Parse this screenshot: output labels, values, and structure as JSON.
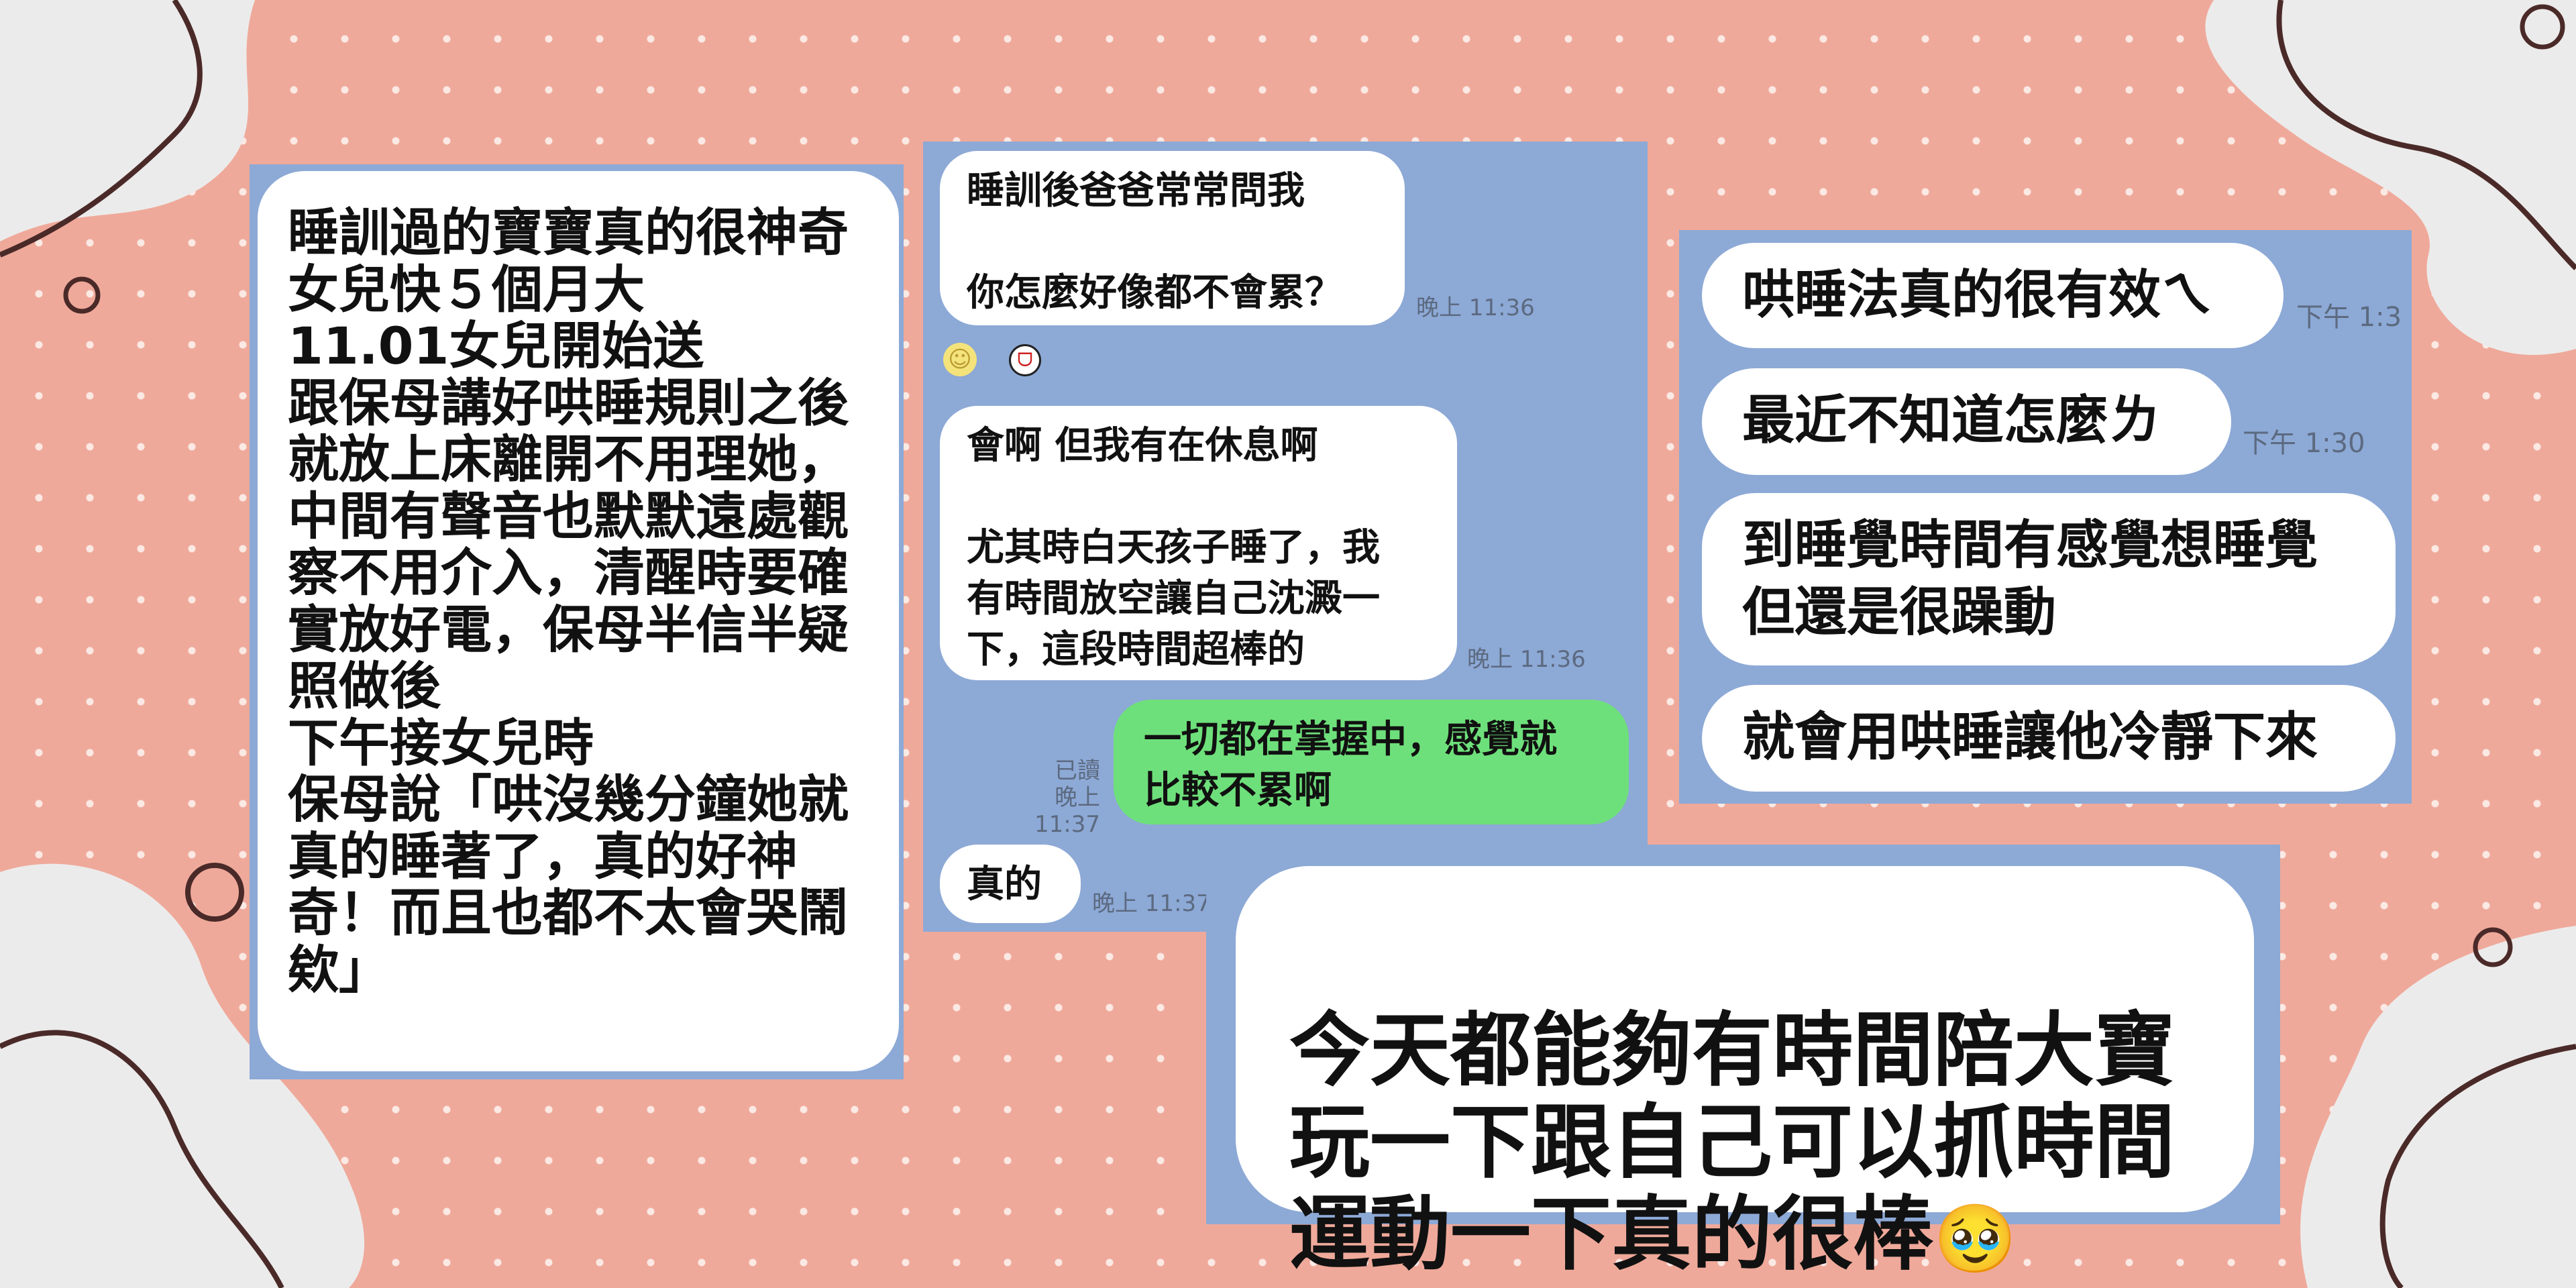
{
  "background": {
    "color": "#EFA99A",
    "panel_color": "#8DA9D6",
    "bubble_color": "#FFFFFF",
    "sent_bubble_color": "#6EE07B"
  },
  "left_card": {
    "text": "睡訓過的寶寶真的很神奇\n女兒快５個月大\n11.01女兒開始送\n跟保母講好哄睡規則之後\n就放上床離開不用理她，\n中間有聲音也默默遠處觀\n察不用介入，清醒時要確\n實放好電，保母半信半疑\n照做後\n下午接女兒時\n保母說「哄沒幾分鐘她就\n真的睡著了，真的好神\n奇！而且也都不太會哭鬧\n欸」"
  },
  "middle_chat": {
    "messages": [
      {
        "text": "睡訓後爸爸常常問我\n\n你怎麼好像都不會累？",
        "time": "晚上 11:36"
      },
      {
        "text": "會啊 但我有在休息啊\n\n尤其時白天孩子睡了，我\n有時間放空讓自己沈澱一\n下，這段時間超棒的",
        "time": "晚上 11:36"
      },
      {
        "text": "一切都在掌握中，感覺就\n比較不累啊",
        "time": "晚上 11:37",
        "read": "已讀"
      },
      {
        "text": "真的",
        "time": "晚上 11:37"
      }
    ],
    "reaction_icons": [
      "smiley-icon",
      "laughing-face-icon"
    ]
  },
  "right_chat": {
    "messages": [
      {
        "text": "哄睡法真的很有效ㄟ",
        "time": "下午 1:3"
      },
      {
        "text": "最近不知道怎麼ㄌ",
        "time": "下午 1:30"
      },
      {
        "text": "到睡覺時間有感覺想睡覺\n但還是很躁動"
      },
      {
        "text": "就會用哄睡讓他冷靜下來"
      }
    ]
  },
  "bottom_card": {
    "text": "今天都能夠有時間陪大寶\n玩一下跟自己可以抓時間\n運動一下真的很棒",
    "emoji": "🥹"
  }
}
